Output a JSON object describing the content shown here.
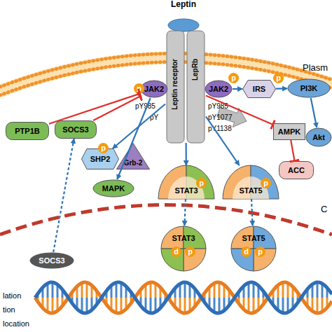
{
  "diagram": {
    "nodes": [
      {
        "text": [
          "Leptin"
        ]
      },
      {
        "text": [
          "Leptin receptor",
          "LepRb"
        ]
      },
      {
        "text": [
          "JAK2"
        ]
      },
      {
        "text": [
          "JAK2"
        ]
      },
      {
        "text": [
          "PTP1B"
        ]
      },
      {
        "text": [
          "SOCS3"
        ]
      },
      {
        "text": [
          "SHP2"
        ]
      },
      {
        "text": [
          "Grb-2"
        ]
      },
      {
        "text": [
          "MAPK"
        ]
      },
      {
        "text": [
          "STAT3"
        ]
      },
      {
        "text": [
          "STAT5"
        ]
      },
      {
        "text": [
          "IRS"
        ]
      },
      {
        "text": [
          "PI3K"
        ]
      },
      {
        "text": [
          "AMPK"
        ]
      },
      {
        "text": [
          "Akt"
        ]
      },
      {
        "text": [
          "ACC"
        ]
      },
      {
        "text": [
          "SOCS3"
        ]
      },
      {
        "text": [
          "STAT3"
        ]
      },
      {
        "text": [
          "STAT5"
        ]
      }
    ],
    "edges": [
      {
        "from": 4,
        "to": 2,
        "arrow": "to"
      },
      {
        "from": 5,
        "to": 2,
        "arrow": "to"
      },
      {
        "from": 2,
        "to": 8,
        "arrow": "to"
      },
      {
        "from": 1,
        "to": 6,
        "arrow": "to"
      },
      {
        "from": 1,
        "to": 9,
        "arrow": "to"
      },
      {
        "from": 1,
        "to": 10,
        "arrow": "to"
      },
      {
        "from": 3,
        "to": 11,
        "arrow": "to"
      },
      {
        "from": 11,
        "to": 12,
        "arrow": "to"
      },
      {
        "from": 12,
        "to": 14,
        "arrow": "to"
      },
      {
        "from": 13,
        "to": 15,
        "arrow": "to"
      },
      {
        "from": 9,
        "to": 17,
        "arrow": "to"
      },
      {
        "from": 10,
        "to": 18,
        "arrow": "to"
      },
      {
        "from": 16,
        "to": 5,
        "arrow": "to"
      },
      {
        "from": 1,
        "to": 13,
        "arrow": "to"
      }
    ],
    "labels": [
      "Plasm",
      "pY985",
      "pY",
      "pY985",
      "pY1077",
      "pY1138",
      "p",
      "p",
      "p",
      "p",
      "p",
      "p",
      "d",
      "p",
      "d",
      "p",
      "C"
    ],
    "legend": [
      {
        "text": "lation"
      },
      {
        "text": "tion"
      },
      {
        "text": "location"
      }
    ]
  }
}
